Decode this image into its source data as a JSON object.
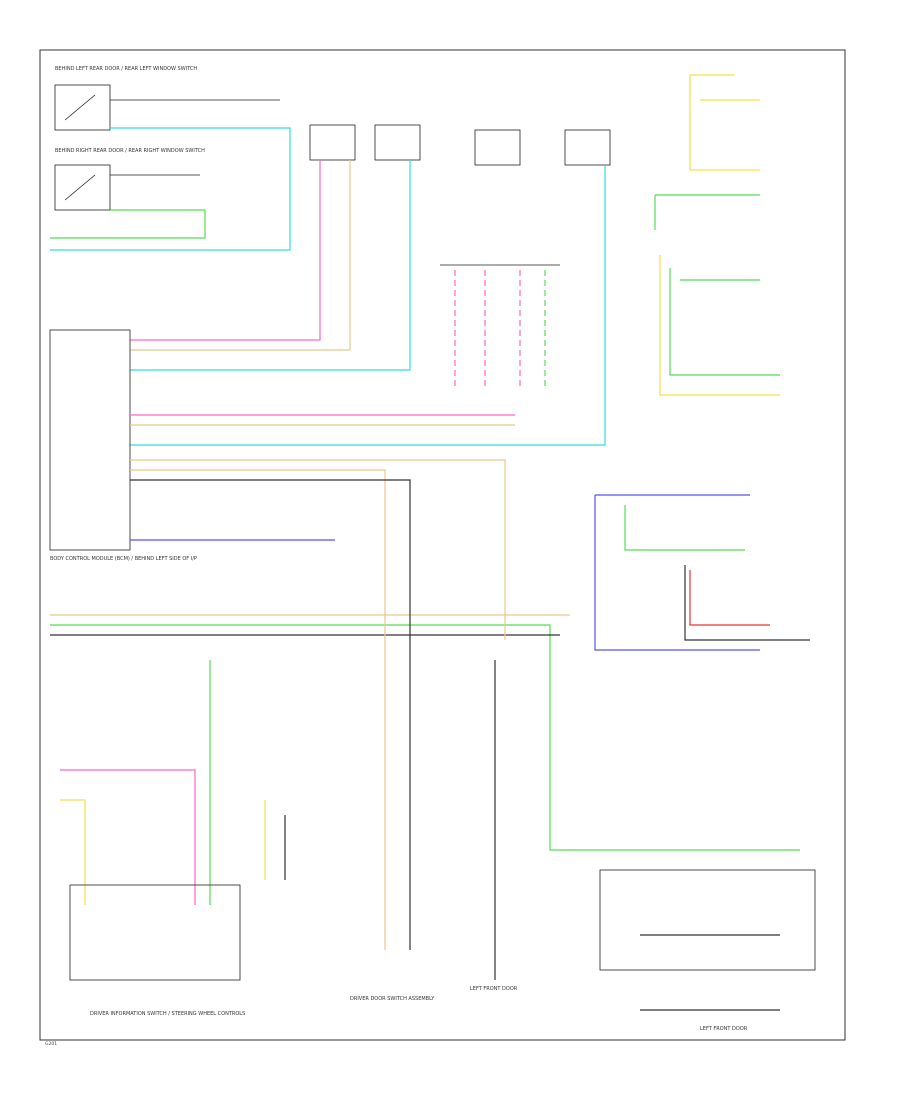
{
  "labels": {
    "module_top_left": "BEHIND LEFT REAR DOOR / REAR LEFT WINDOW SWITCH",
    "module_left_mid": "BEHIND RIGHT REAR DOOR / REAR RIGHT WINDOW SWITCH",
    "control_module": "BODY CONTROL MODULE (BCM) / BEHIND LEFT SIDE OF I/P",
    "bottom_left_caption": "DRIVER INFORMATION SWITCH / STEERING WHEEL CONTROLS",
    "bottom_center_caption": "DRIVER DOOR SWITCH ASSEMBLY",
    "bottom_center2_caption": "LEFT FRONT DOOR",
    "bottom_right_caption": "LEFT FRONT DOOR",
    "corner_mark": "G201"
  },
  "colors": {
    "pink": "#ff66cc",
    "cyan": "#33dddd",
    "yellow": "#f2e04a",
    "green": "#55dd55",
    "blue": "#5555ee",
    "red": "#ee3333",
    "tan": "#e8c88a",
    "line": "#222222"
  }
}
